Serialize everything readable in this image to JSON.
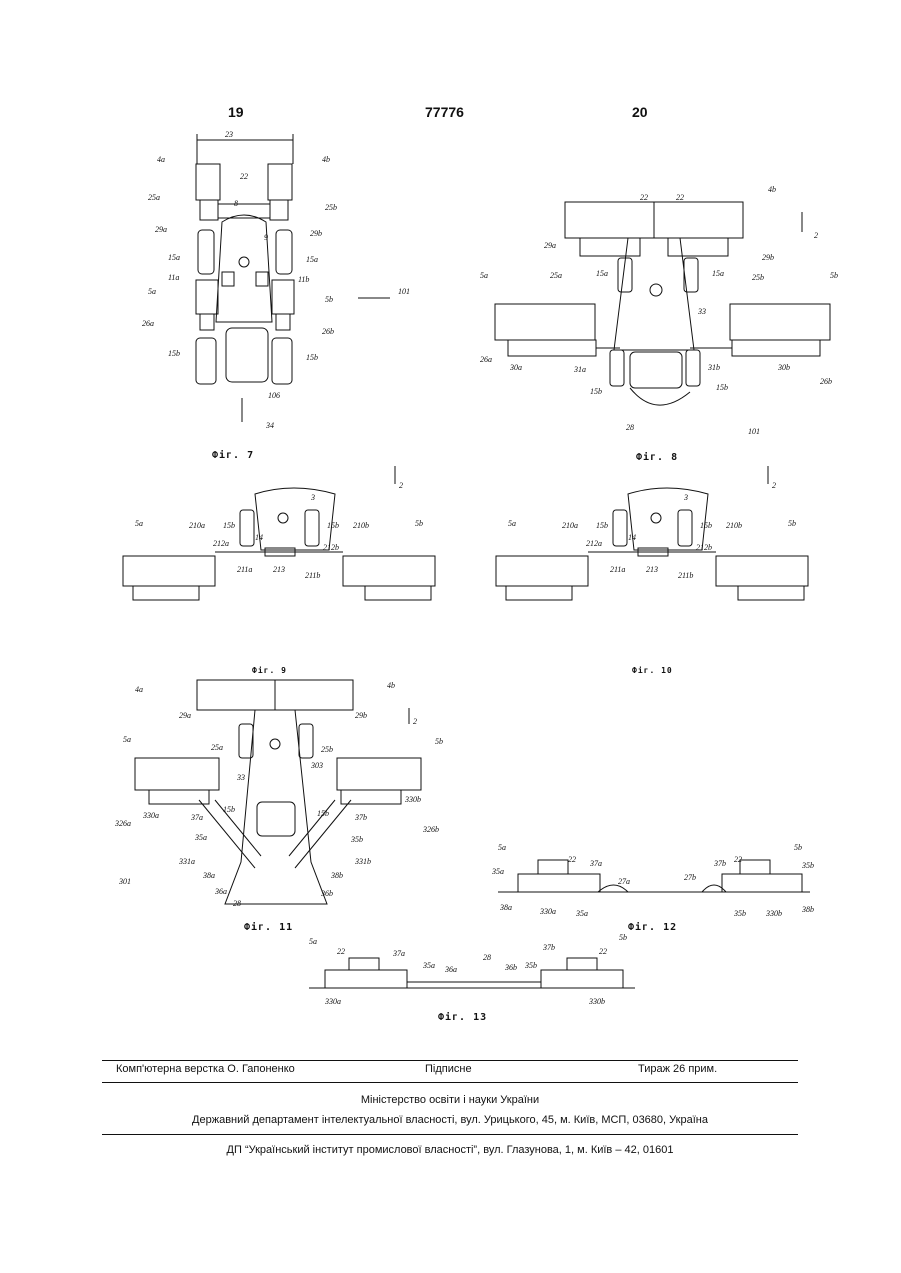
{
  "header": {
    "left_page": "19",
    "patent_number": "77776",
    "right_page": "20"
  },
  "figures": {
    "fig7": {
      "caption": "Фіг. 7",
      "labels": [
        "23",
        "4a",
        "4b",
        "22",
        "25a",
        "25b",
        "8",
        "29a",
        "29b",
        "9",
        "15a",
        "15a",
        "11a",
        "11b",
        "5a",
        "5b",
        "101",
        "26a",
        "26b",
        "15b",
        "15b",
        "106",
        "34"
      ]
    },
    "fig8": {
      "caption": "Фіг. 8",
      "labels": [
        "22",
        "22",
        "4b",
        "2",
        "29a",
        "29b",
        "25a",
        "15a",
        "15a",
        "25b",
        "5a",
        "5b",
        "33",
        "26a",
        "30a",
        "31a",
        "31b",
        "30b",
        "26b",
        "15b",
        "15b",
        "28",
        "101"
      ]
    },
    "fig9": {
      "caption": "Фіг. 9",
      "labels": [
        "2",
        "3",
        "5a",
        "5b",
        "15b",
        "15b",
        "210a",
        "210b",
        "212a",
        "212b",
        "14",
        "211a",
        "213",
        "211b"
      ]
    },
    "fig10": {
      "caption": "Фіг. 10",
      "labels": [
        "2",
        "3",
        "5a",
        "5b",
        "15b",
        "15b",
        "210a",
        "210b",
        "212a",
        "212b",
        "14",
        "211a",
        "213",
        "211b"
      ]
    },
    "fig11": {
      "caption": "Фіг. 11",
      "labels": [
        "4a",
        "4b",
        "29a",
        "29b",
        "2",
        "25a",
        "25b",
        "5a",
        "5b",
        "303",
        "33",
        "15b",
        "15b",
        "326a",
        "330a",
        "37a",
        "37b",
        "330b",
        "326b",
        "35a",
        "35b",
        "331a",
        "331b",
        "38a",
        "38b",
        "301",
        "36a",
        "36b",
        "28"
      ]
    },
    "fig12": {
      "caption": "Фіг. 12",
      "labels": [
        "5a",
        "22",
        "37a",
        "5b",
        "22",
        "37b",
        "35b",
        "35a",
        "27a",
        "27b",
        "38a",
        "330a",
        "35a",
        "35b",
        "330b",
        "38b"
      ]
    },
    "fig13": {
      "caption": "Фіг. 13",
      "labels": [
        "5a",
        "22",
        "37a",
        "28",
        "37b",
        "22",
        "5b",
        "35a",
        "36a",
        "36b",
        "35b",
        "330a",
        "330b"
      ]
    }
  },
  "footer": {
    "typesetting": "Комп'ютерна верстка О. Гапоненко",
    "subscription": "Підписне",
    "circulation": "Тираж 26 прим.",
    "ministry": "Міністерство освіти і науки України",
    "department": "Державний департамент інтелектуальної власності, вул. Урицького, 45, м. Київ, МСП, 03680, Україна",
    "institute": "ДП “Український інститут промислової власності”, вул. Глазунова, 1, м. Київ – 42, 01601"
  }
}
